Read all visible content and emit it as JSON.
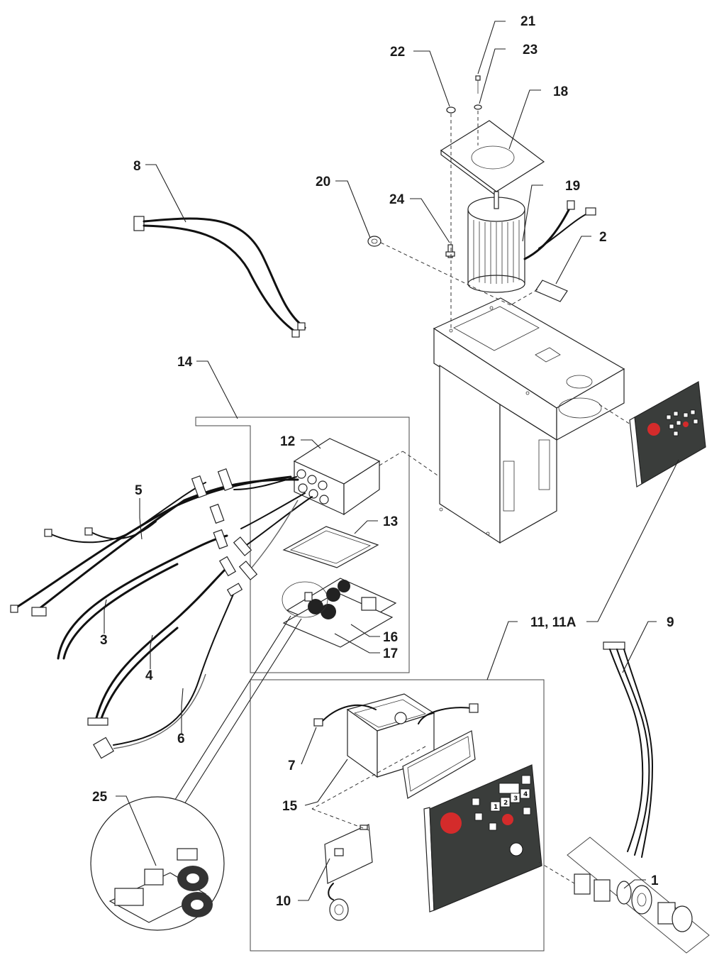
{
  "callouts": {
    "c1": "1",
    "c2": "2",
    "c3": "3",
    "c4": "4",
    "c5": "5",
    "c6": "6",
    "c7": "7",
    "c8": "8",
    "c9": "9",
    "c10": "10",
    "c11": "11, 11A",
    "c12": "12",
    "c13": "13",
    "c14": "14",
    "c15": "15",
    "c16": "16",
    "c17": "17",
    "c18": "18",
    "c19": "19",
    "c20": "20",
    "c21": "21",
    "c22": "22",
    "c23": "23",
    "c24": "24",
    "c25": "25"
  },
  "keypad": {
    "k1": "1",
    "k2": "2",
    "k3": "3",
    "k4": "4"
  },
  "colors": {
    "panel": "#3a3d3b",
    "brand_red": "#d42b2b",
    "line": "#222222"
  }
}
